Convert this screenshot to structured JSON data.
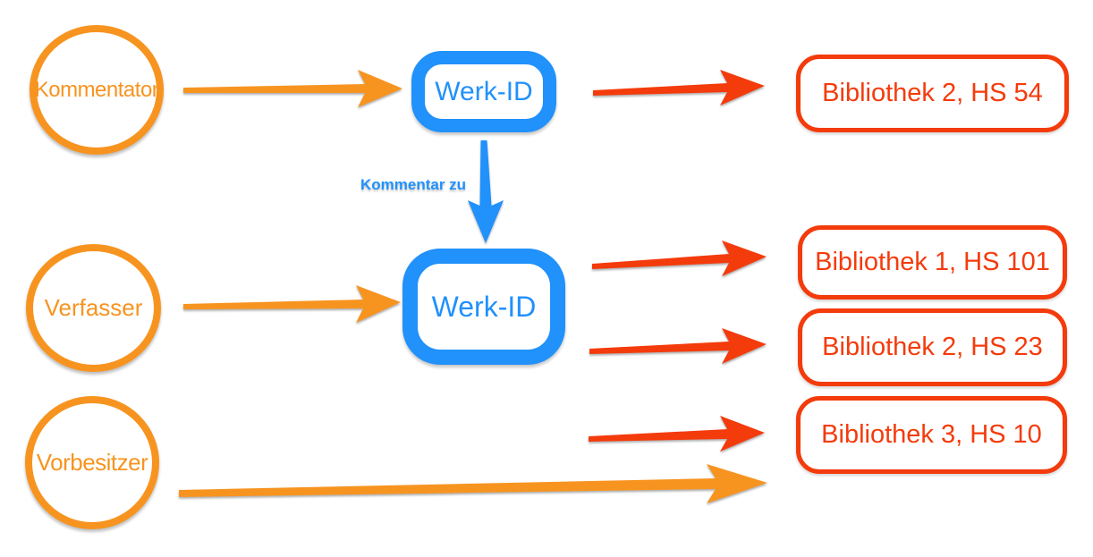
{
  "colors": {
    "orange": "#F79420",
    "blue": "#2191FB",
    "red": "#F43B0C",
    "background": "#FFFFFF"
  },
  "actors": [
    {
      "label": "Kommentator"
    },
    {
      "label": "Verfasser"
    },
    {
      "label": "Vorbesitzer"
    }
  ],
  "works": [
    {
      "label": "Werk-ID"
    },
    {
      "label": "Werk-ID"
    }
  ],
  "relation_label": "Kommentar zu",
  "manuscripts": [
    {
      "label": "Bibliothek 2, HS 54"
    },
    {
      "label": "Bibliothek 1, HS 101"
    },
    {
      "label": "Bibliothek 2, HS 23"
    },
    {
      "label": "Bibliothek 3, HS 10"
    }
  ]
}
